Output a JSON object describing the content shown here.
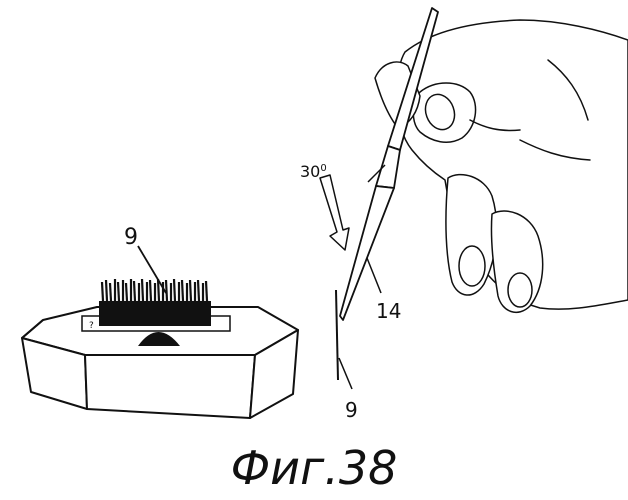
{
  "figure": {
    "caption": "Фиг.38",
    "labels": {
      "strip_ref": "9",
      "lash_ref": "9",
      "tweezer_ref": "14",
      "angle": "30",
      "angle_unit": "0"
    }
  }
}
